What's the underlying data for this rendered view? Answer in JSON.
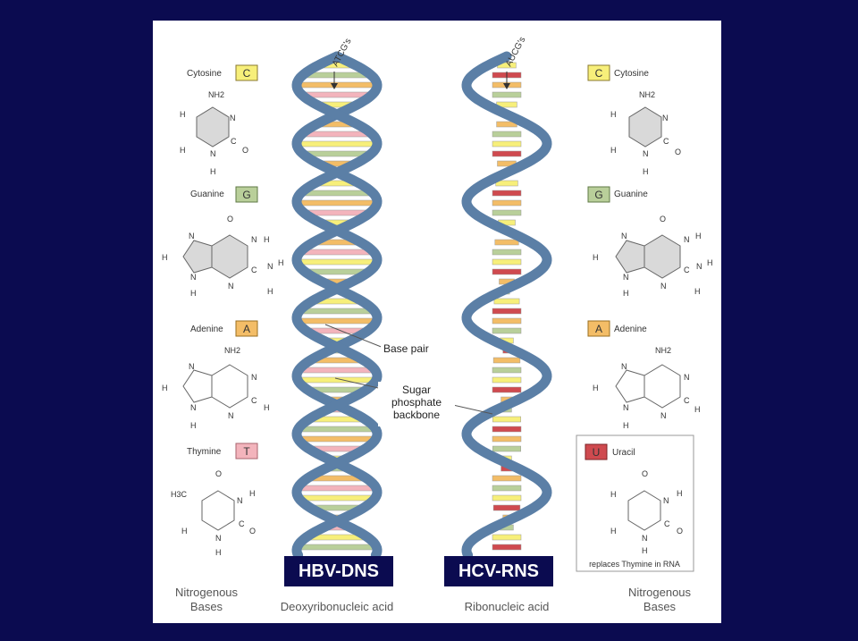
{
  "colors": {
    "background": "#0b0b50",
    "strand": "#5b7fa6",
    "strand_edge": "#2f4b6b",
    "cytosine": "#f7ef7a",
    "guanine": "#b9cf9a",
    "adenine": "#f3bd67",
    "thymine": "#f3b4bc",
    "uracil": "#cf4a4f"
  },
  "bases_left": {
    "cytosine": {
      "name": "Cytosine",
      "letter": "C"
    },
    "guanine": {
      "name": "Guanine",
      "letter": "G"
    },
    "adenine": {
      "name": "Adenine",
      "letter": "A"
    },
    "thymine": {
      "name": "Thymine",
      "letter": "T"
    }
  },
  "bases_right": {
    "cytosine": {
      "name": "Cytosine",
      "letter": "C"
    },
    "guanine": {
      "name": "Guanine",
      "letter": "G"
    },
    "adenine": {
      "name": "Adenine",
      "letter": "A"
    },
    "uracil": {
      "name": "Uracil",
      "letter": "U",
      "note": "replaces Thymine in RNA"
    }
  },
  "atoms": {
    "nh2": "NH2",
    "n": "N",
    "c": "C",
    "h": "H",
    "o": "O",
    "h3c": "H3C"
  },
  "dna": {
    "label": "ATCG's",
    "caption": "Deoxyribonucleic acid",
    "tag": "HBV-DNS"
  },
  "rna": {
    "label": "AUCG's",
    "caption": "Ribonucleic acid",
    "tag": "HCV-RNS"
  },
  "callouts": {
    "base_pair": "Base pair",
    "backbone_1": "Sugar",
    "backbone_2": "phosphate",
    "backbone_3": "backbone"
  },
  "bases_caption": {
    "line1": "Nitrogenous",
    "line2": "Bases"
  }
}
